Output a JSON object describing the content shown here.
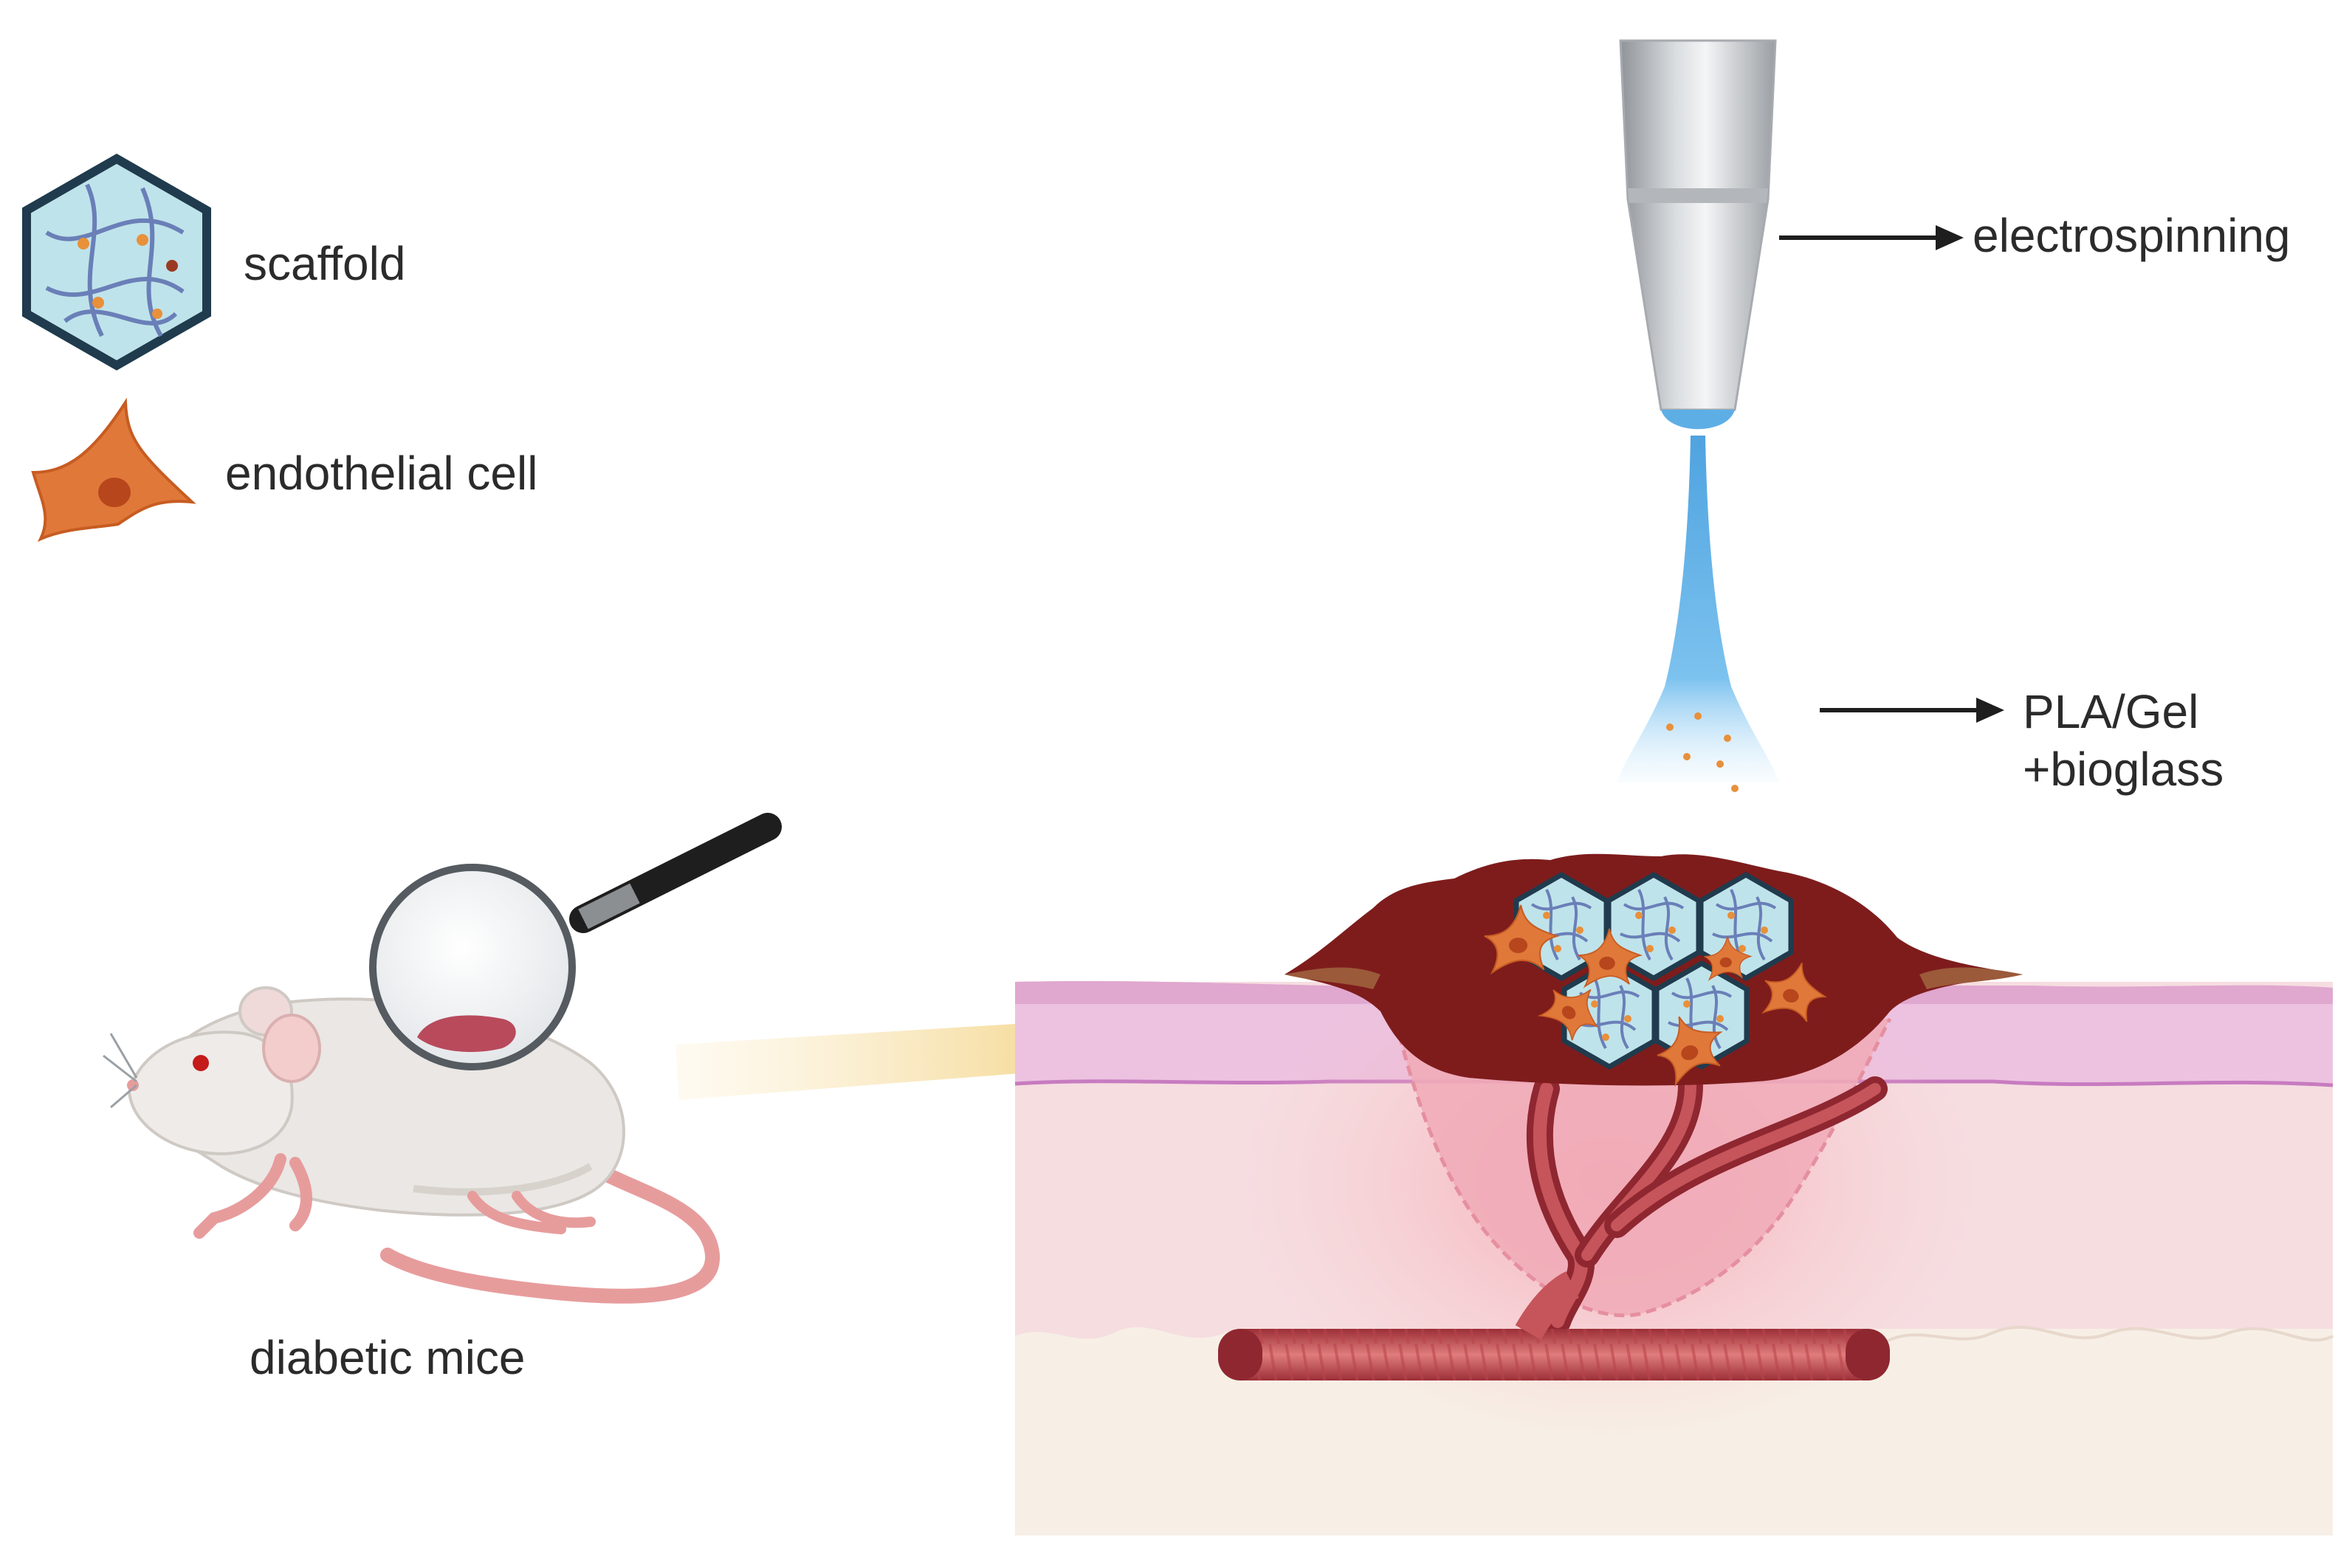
{
  "legend": {
    "scaffold_label": "scaffold",
    "scaffold_icon": "scaffold-hexagon-icon",
    "endothelial_label": "endothelial cell",
    "endothelial_icon": "endothelial-cell-icon"
  },
  "mouse": {
    "label": "diabetic mice",
    "icon": "mouse-icon",
    "magnifier_icon": "magnifying-glass-icon"
  },
  "process": {
    "electrospinning_label": "electrospinning",
    "material_line1": "PLA/Gel",
    "material_line2": "+bioglass",
    "nozzle_icon": "spinneret-nozzle-icon",
    "arrow_icon": "right-arrow-icon"
  },
  "colors": {
    "scaffold_fill": "#bfe3ea",
    "scaffold_stroke": "#1f3b4d",
    "cell": "#e0783a",
    "wound": "#7e1c1c",
    "skin_top": "#e8b7d8",
    "dermis": "#f6dde0",
    "fat": "#f7efe6",
    "vessel": "#b8434a",
    "jet": "#6fb6e8",
    "transfer_arrow": "#f0c96b"
  }
}
